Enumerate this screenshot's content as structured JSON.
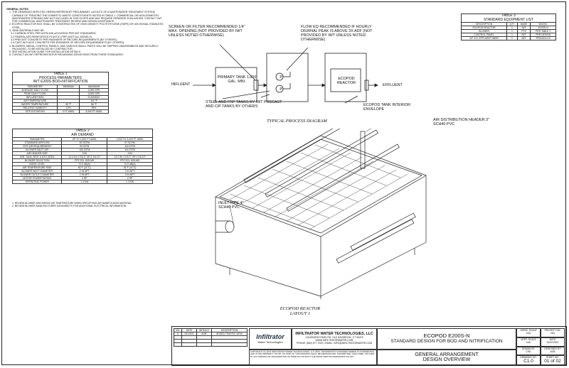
{
  "notes": {
    "heading": "GENERAL NOTES",
    "items": [
      "THE DRAWINGS DEPICTED HEREIN REPRESENT PRELIMINARY LAYOUTS OF A WASTEWATER TREATMENT SYSTEM CAPABLE OF TREATING THE DOMESTIC WASTE CONSTITUENTS NOTED IN TABLE 1. COMMERCIAL OR NON-DOMESTIC WASTEWATER STREAMS ARE NOT INCLUDED IN THIS SCOPE AND MAY REQUIRE SEPARATE EVALUATION. CONTACT IWT FOR COMMERCIAL WASTEWATER TREATMENT REVIEW AND DESIGN ASSISTANCE.",
      "ECOPOD REACTOR BOX SHALL BE CONSTRUCTED OF HIGH DENSITY POLYETHYLENE (HDPE) OR 400 SIGNAL STAINLESS STEEL.",
      "TANK MATERIALS MAY BE:"
    ],
    "sub_items": [
      "3.1 CARBON STEEL PER ASTM A36 w/COATING PER IWT STANDARDS,",
      "3.2 FIBERGLASS REINFORCED PLASTIC (FRP) (NOT ALL MODELS),",
      "3.3 PRECAST CONCRETE PER ENGINEER OF RECORD REQUIREMENTS (BY OTHERS),",
      "3.4 CAST-IN-PLACE CONCRETE PER ENGINEER OF RECORD REQUIREMENTS (BY OTHERS)."
    ],
    "items_after": [
      "BLOWERS, MEDIA, CONTROL PANELS, AND VARIOUS SMALL PARTS WILL BE SHIPPED UNASSEMBLED AND SECURELY PACKAGED, TO BE INSTALLED BY CONTRACTOR.",
      "SEE INSTALLATION GUIDE FOR INSTALLATION DETAILS.",
      "CONTACT AN IWT REPRESENTATIVE REGARDING DEVIATIONS FROM THESE STANDARDS."
    ]
  },
  "table1": {
    "title1": "TABLE 1",
    "title2": "PROCESS PARAMETERS",
    "title3": "IWT E200S BOD+NITRIFICATION",
    "headers": [
      "PARAMETER",
      "MINIMUM",
      "MAXIMUM"
    ],
    "rows": [
      [
        "AVERAGE DAILY FLOW",
        "",
        "2,000 GPD"
      ],
      [
        "PEAK DAILY FLOW",
        "",
        "3,000 GPD"
      ],
      [
        "INFLUENT BOD",
        "",
        "5 LBS/DAY"
      ],
      [
        "AIR TEMPERATURE",
        "",
        "115 °F"
      ],
      [
        "WATER TEMPERATURE",
        "50 °F",
        "86 °F"
      ],
      [
        "RELATIVE HUMIDITY",
        "10%",
        "95%"
      ],
      [
        "SITE ELEVATION",
        "0 FT AMSL",
        "3,000 FT AMSL"
      ]
    ]
  },
  "table2": {
    "title1": "TABLE 2",
    "title2": "AIR DEMAND",
    "headers": [
      "PARAMETER",
      "UP TO 1,000 FT AMSL",
      "1,000 TO 3,000 FT AMSL"
    ],
    "rows": [
      [
        "STANDARD AIRFLOW",
        "63 SCFM",
        "67 SCFM"
      ],
      [
        "SITE AIR REQUIREMENT",
        "94 ICFM",
        "116 ICFM"
      ],
      [
        "BLOWER INLET AIR",
        "100 ICFM",
        "116 ICFM"
      ],
      [
        "AIR HEADER SIZE",
        "3 IN",
        "3 IN"
      ],
      [
        "MIN. TANK VENT & EXIT AREA",
        "12.4 IN² 2 EA 3\" OR 1 EA 10\"",
        "13.2 IN² 2 EA 3\" OR 1 EA 10\""
      ],
      [
        "BLOWER SELECTION",
        "FPZ SCL K05-MS",
        "FPZ SCL K05-MS"
      ],
      [
        "NOISE LEVEL",
        "70.0 dB(A)",
        "70.0 dB(A)"
      ],
      [
        "AIR TEMPERATURE RISE",
        "51°F (11°C)",
        "51°F (11°C)"
      ],
      [
        "BLOWER INLET DIAMETER",
        "2 IN NPT",
        "2 IN NPT"
      ],
      [
        "BLOWER OUTLET DIAMETER",
        "2 IN NPT",
        "2 IN NPT"
      ],
      [
        "MOTOR POWER RATING",
        "2 HP",
        "2 HP"
      ],
      [
        "OPERATING POWER",
        "1.3 KW",
        "1.3 KW"
      ]
    ],
    "footnotes": [
      "1. REVIEW BLOWER DISCHARGE AIR TEMPERATURE WHEN SPECIFYING AIR MANIFOLDING MATERIAL.",
      "2. REVIEW BLOWER MANUFACTURER DATASHEETS FOR ADDITIONAL ELECTRICAL INFORMATION."
    ]
  },
  "table3": {
    "title1": "TABLE 3",
    "title2": "STANDARD EQUIPMENT LIST",
    "headers": [
      "DESCRIPTION",
      "QTY",
      "MAKE",
      "MODEL"
    ],
    "rows": [
      [
        "ECOPOD REACTOR",
        "1",
        "IWT",
        "E200S-N"
      ],
      [
        "BLOWER",
        "1",
        "FPZ",
        "PER TABLE 2"
      ],
      [
        "CONTROL PANEL",
        "1",
        "IWT",
        "PER DESIGN"
      ],
      [
        "24\" S.S. EFFLUENT WEIR",
        "1",
        "IWT",
        "TROUGH-CC"
      ]
    ]
  },
  "process": {
    "label_screen": "SCREEN OR FILTER RECOMMENDED 1/4\" MAX. OPENING (NOT PROVIDED BY IWT UNLESS NOTED OTHERWISE)",
    "label_floweq": "FLOW EQ RECOMMENDED IF HOURLY DIURNAL PEAK IS ABOVE 3x ADF (NOT PROVIDED BY IWT UNLESS NOTED OTHERWISE)",
    "influent": "INFLUENT",
    "primary_tank": "PRIMARY TANK 1,000 GAL. MIN.",
    "ecopod": "ECOPOD REACTOR",
    "effluent": "EFFLUENT",
    "pump": "P",
    "label_steel": "STEEL AND FRP TANKS BY IWT PRECAST AND CIP TANKS BY OTHERS",
    "label_envelope": "ECOPOD TANK INTERIOR ENVELOPE",
    "caption": "TYPICAL PROCESS DIAGRAM"
  },
  "layout_view": {
    "label_header": "AIR DISTRIBUTION HEADER 3\" SCH40 PVC",
    "label_inlet": "INLET PIPE 4\" SCH40 PVC",
    "caption1": "ECOPOD REACTOR",
    "caption2": "LAYOUT 1"
  },
  "title_block": {
    "rev_headers": [
      "NO.",
      "DATE",
      "INITIALS",
      "DESCRIPTION"
    ],
    "rev_row": [
      "A",
      "02/13/21",
      "AGB",
      "ADDED TRAFFIC VIEW"
    ],
    "logo": "Infiltrator",
    "logo_sub": "Water Technologies",
    "company": "INFILTRATOR WATER TECHNOLOGIES, LLC",
    "address1": "4 BUSINESS PARK RD. OLD SAYBROOK, CT 06475",
    "address2": "WWW.INFILTRATORWATER.COM",
    "address3": "PHONE: (860) 577-7000 • EMAIL: INFO@INFILTRATORWATER.COM",
    "project_title1": "ECOPOD E200S-N",
    "project_title2": "STANDARD DESIGN FOR BOD AND NITRIFICATION",
    "drawing_title1": "GENERAL ARRANGEMENT",
    "drawing_title2": "DESIGN OVERVIEW",
    "copyright": "COPYRIGHT (C) 2021 INFILTRATOR WATER TECHNOLOGIES, LLC (IWT). INFORMATION CONTAINED HEREIN IS CONFIDENTIAL AND IS THE PROPERTY OF IWT. NO PART OF THIS DRAWING SHALL BE REPRODUCED, DISTRIBUTED, DISCLOSED, OR USED BY ANY PERSON OR ORGANIZATION OUTSIDE IWT WITHOUT THE PRIOR WRITTEN PERMISSION OF IWT.",
    "horiz_scale_label": "HORIZ. SCALE",
    "horiz_scale": "N/A",
    "vert_scale_label": "VERT. SCALE",
    "vert_scale": "N/A",
    "drawn_by_label": "DRAWN BY",
    "drawn_by": "CSK",
    "drawing_no_label": "DRAWING NO.",
    "drawing_no": "C1.0",
    "project_no_label": "PROJECT NO.",
    "project_no": "N/A",
    "date_label": "DATE",
    "date": "02/11/2021",
    "designed_by_label": "DESIGNED BY",
    "designed_by": "AGB",
    "sheet_label": "SHEET NO.",
    "sheet": "01 of 02"
  }
}
